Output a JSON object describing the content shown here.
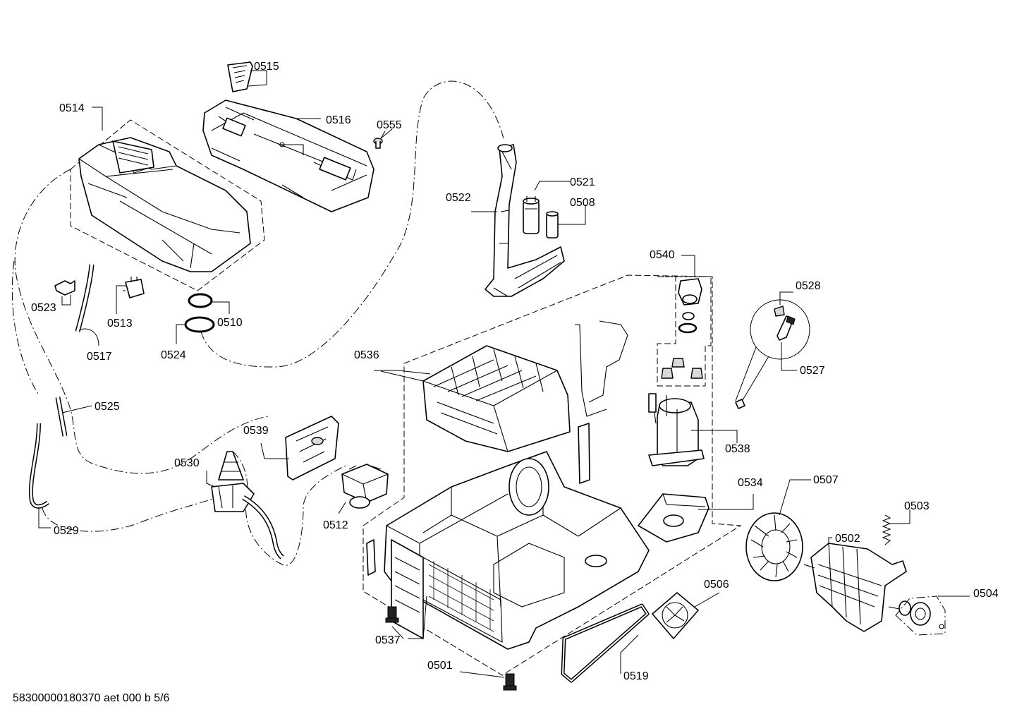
{
  "title": "",
  "footer_text": "58300000180370 aet 000 b 5/6",
  "labels": {
    "p0501": "0501",
    "p0502": "0502",
    "p0503": "0503",
    "p0504": "0504",
    "p0506": "0506",
    "p0507": "0507",
    "p0508": "0508",
    "p0510": "0510",
    "p0512": "0512",
    "p0513": "0513",
    "p0514": "0514",
    "p0515": "0515",
    "p0516": "0516",
    "p0517": "0517",
    "p0519": "0519",
    "p0521": "0521",
    "p0522": "0522",
    "p0523": "0523",
    "p0524": "0524",
    "p0525": "0525",
    "p0527": "0527",
    "p0528": "0528",
    "p0529": "0529",
    "p0530": "0530",
    "p0534": "0534",
    "p0536": "0536",
    "p0537": "0537",
    "p0538": "0538",
    "p0539": "0539",
    "p0540": "0540",
    "p0555": "0555"
  }
}
